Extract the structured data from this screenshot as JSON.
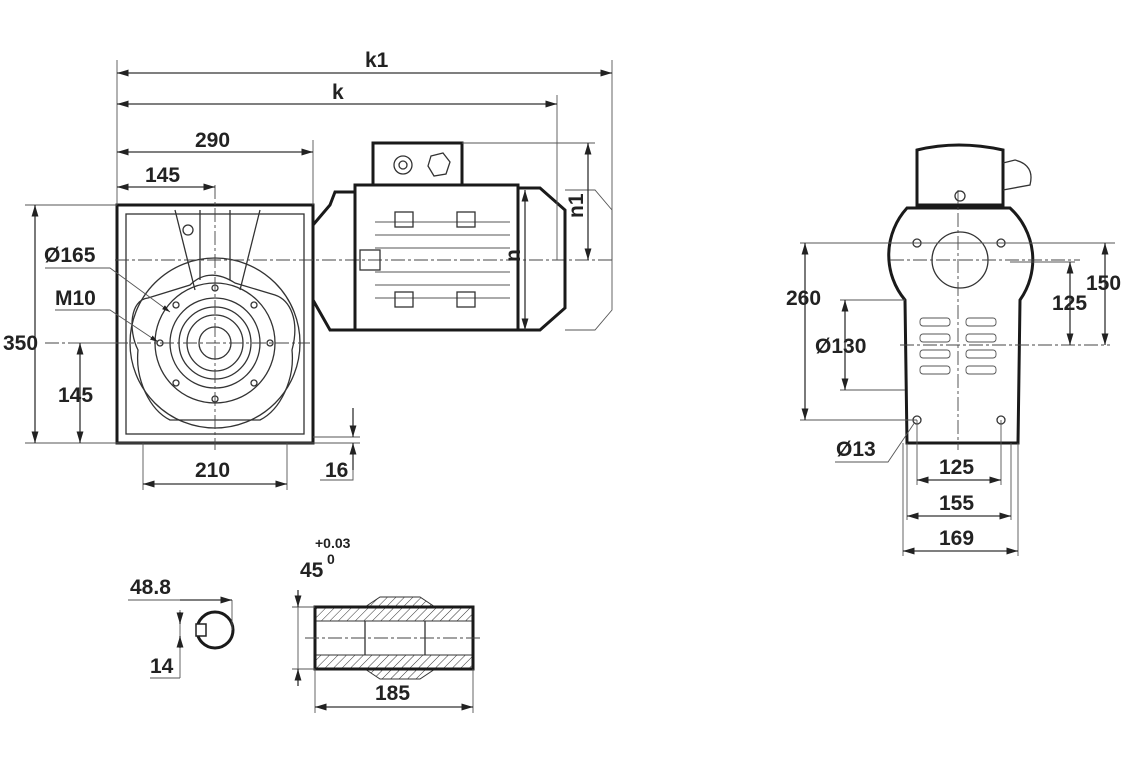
{
  "side_view": {
    "dims": {
      "k1": "k1",
      "k": "k",
      "width_290": "290",
      "half_145": "145",
      "height_350": "350",
      "axis_145": "145",
      "flange_dia": "Ø165",
      "thread": "M10",
      "base_210": "210",
      "foot_16": "16",
      "n": "n",
      "n1": "n1"
    }
  },
  "front_view": {
    "dims": {
      "h_260": "260",
      "dia_130": "Ø130",
      "v_125": "125",
      "v_150": "150",
      "hole_dia": "Ø13",
      "w_125": "125",
      "w_155": "155",
      "w_169": "169"
    }
  },
  "shaft_detail": {
    "key_width": "48.8",
    "key_14": "14",
    "bore": "45",
    "tol_upper": "+0.03",
    "tol_lower": "0",
    "length": "185"
  }
}
